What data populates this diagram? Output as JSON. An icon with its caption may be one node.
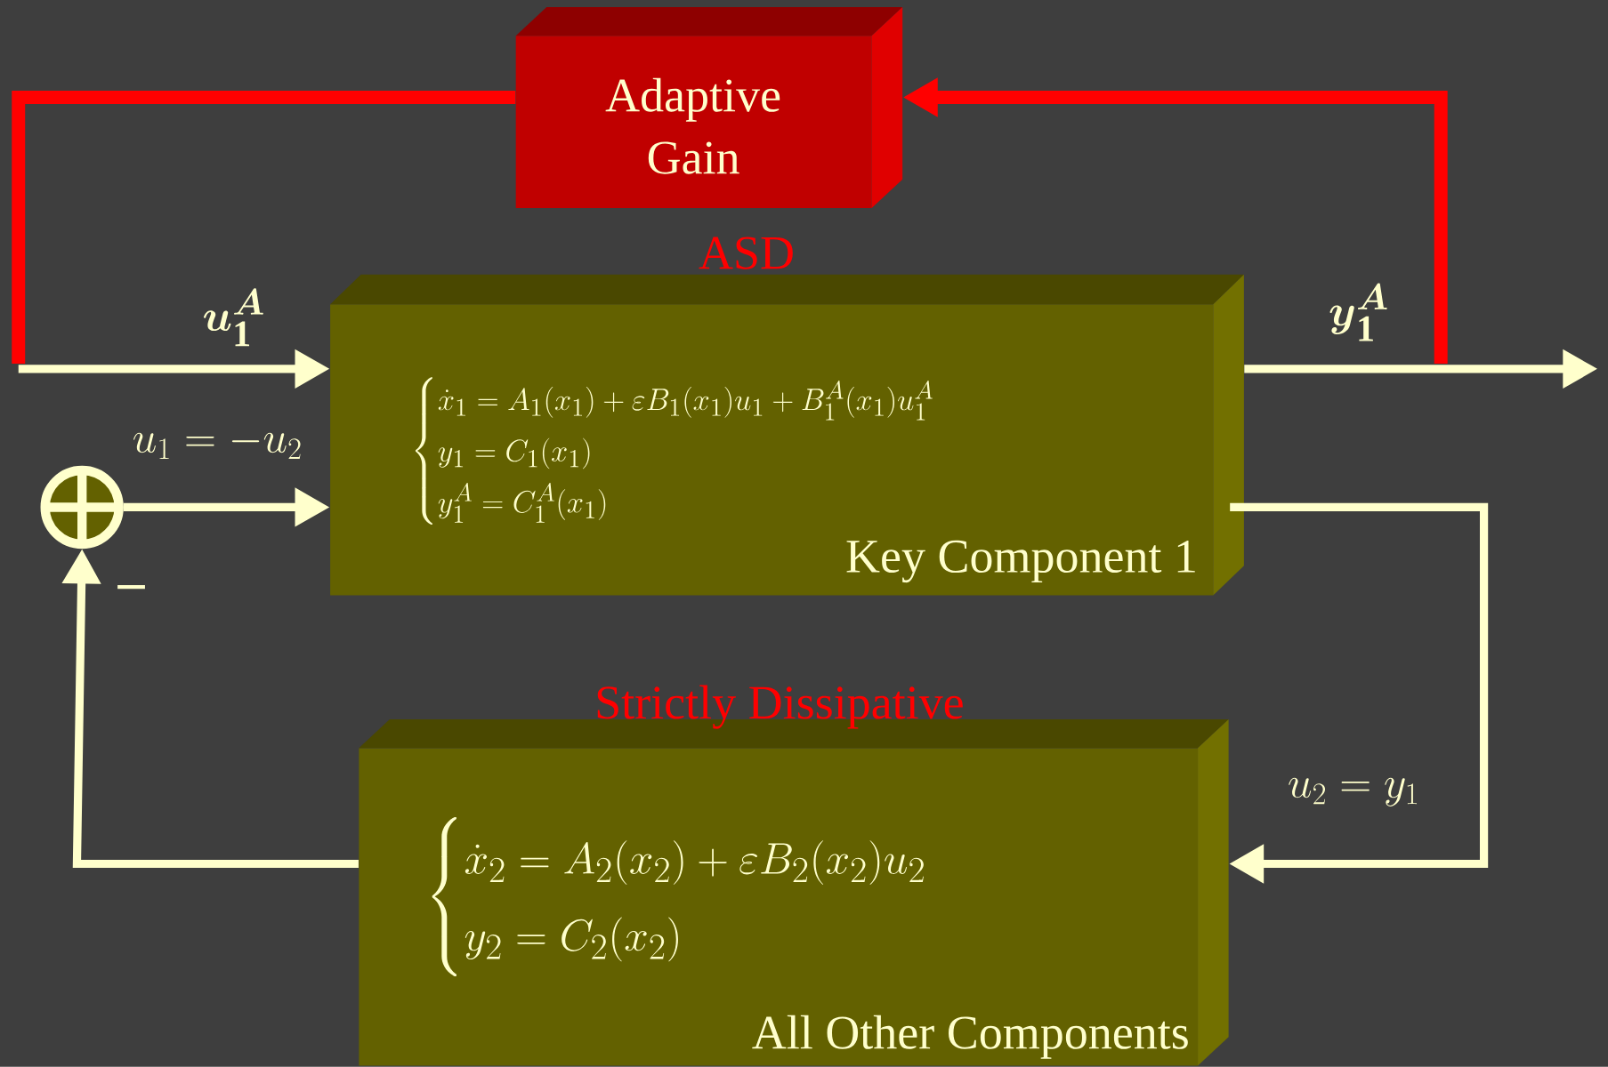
{
  "diagram": {
    "nodes": [
      {
        "text": [
          "Adaptive Gain"
        ]
      },
      {
        "text": [
          "ASD",
          "\\begin{cases}\\dot{x}_1 = A_1(x_1) + \\varepsilon B_1(x_1)u_1 + B_1^A(x_1)u_1^A\\\\ y_1 = C_1(x_1)\\\\ y_1^A = C_1^A(x_1)\\end{cases}",
          "Key Component 1"
        ]
      },
      {
        "text": [
          "Strictly Dissipative",
          "\\begin{cases}\\dot{x}_2 = A_2(x_2) + \\varepsilon B_2(x_2)u_2\\\\ y_2 = C_2(x_2)\\end{cases}",
          "All Other Components"
        ]
      },
      {
        "text": [],
        "shape": "circle"
      }
    ],
    "edges": [
      {
        "from": 0,
        "to": null,
        "arrow": "none",
        "color": "#ff0000"
      },
      {
        "from": null,
        "to": 1,
        "arrow": "to",
        "label": "\\boldsymbol{u}_{\\mathbf{1}}^{\\boldsymbol{A}}"
      },
      {
        "from": 1,
        "to": null,
        "arrow": "to",
        "label": "\\boldsymbol{y}_{\\mathbf{1}}^{\\boldsymbol{A}}"
      },
      {
        "from": null,
        "to": 0,
        "arrow": "to",
        "color": "#ff0000"
      },
      {
        "from": 3,
        "to": 1,
        "arrow": "to",
        "label": "u_1 = -u_2"
      },
      {
        "from": 1,
        "to": 2,
        "arrow": "to",
        "label": "u_2 = y_1"
      },
      {
        "from": 2,
        "to": 3,
        "arrow": "to"
      }
    ],
    "labels": [
      "–"
    ]
  }
}
